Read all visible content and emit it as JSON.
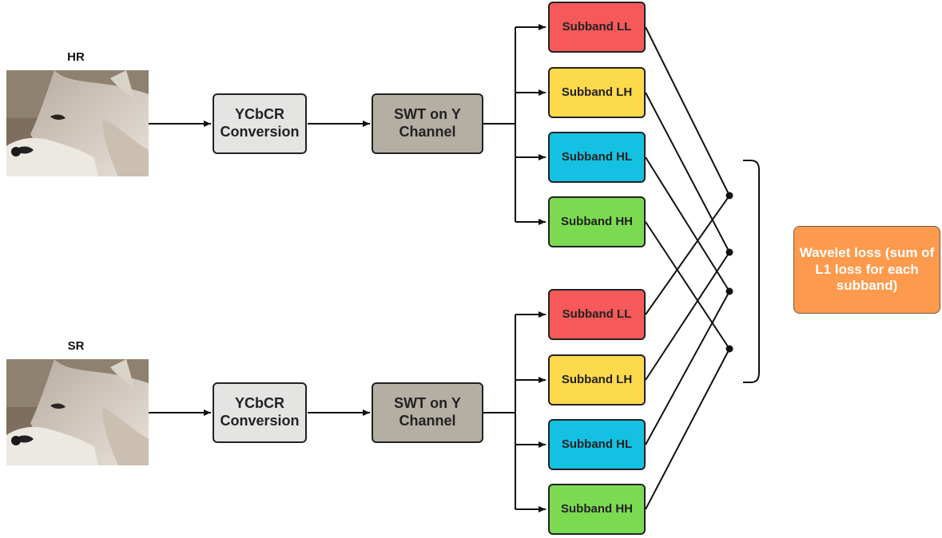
{
  "images": [
    {
      "label": "HR"
    },
    {
      "label": "SR"
    }
  ],
  "pipelines": [
    {
      "conversion": "YCbCR Conversion",
      "swt": "SWT on Y Channel",
      "subbands": [
        "Subband LL",
        "Subband LH",
        "Subband HL",
        "Subband HH"
      ]
    },
    {
      "conversion": "YCbCR Conversion",
      "swt": "SWT on Y Channel",
      "subbands": [
        "Subband LL",
        "Subband LH",
        "Subband HL",
        "Subband HH"
      ]
    }
  ],
  "loss": {
    "text": "Wavelet loss (sum of L1 loss for each subband)"
  },
  "colors": {
    "subband_ll": "#f65959",
    "subband_lh": "#fdd94c",
    "subband_hl": "#14c1e2",
    "subband_hh": "#7cda52",
    "swt": "#b5aea3",
    "conversion": "#e4e4e2",
    "loss": "#fd9a4d"
  },
  "icons": [
    "wolf-photo"
  ]
}
